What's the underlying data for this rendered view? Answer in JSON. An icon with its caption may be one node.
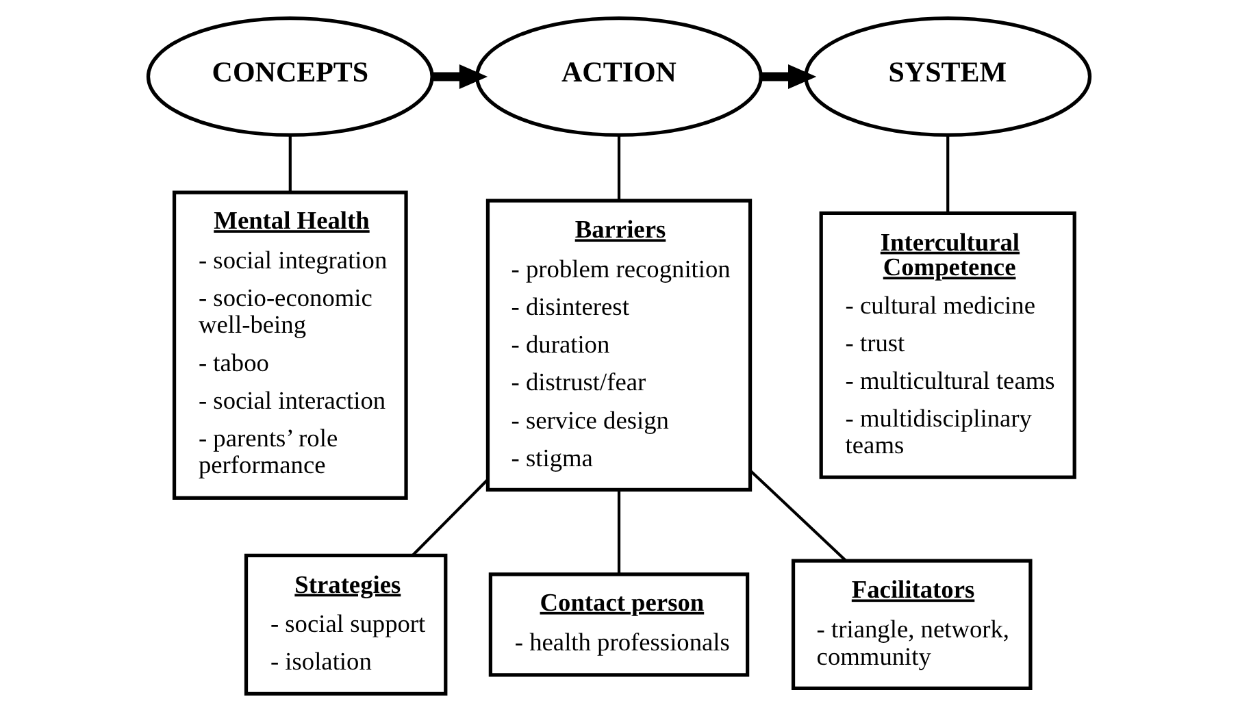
{
  "diagram": {
    "nodes": [
      {
        "text": [
          "CONCEPTS"
        ]
      },
      {
        "text": [
          "ACTION"
        ]
      },
      {
        "text": [
          "SYSTEM"
        ]
      },
      {
        "text": [
          "Mental Health",
          "- social integration",
          "- socio-economic well-being",
          "- taboo",
          "- social interaction",
          "- parents’ role performance"
        ]
      },
      {
        "text": [
          "Barriers",
          "- problem recognition",
          "- disinterest",
          "- duration",
          "- distrust/fear",
          "- service design",
          "- stigma"
        ]
      },
      {
        "text": [
          "Intercultural Competence",
          "- cultural medicine",
          "- trust",
          "- multicultural teams",
          "- multidisciplinary teams"
        ]
      },
      {
        "text": [
          "Strategies",
          "- social support",
          "- isolation"
        ]
      },
      {
        "text": [
          "Contact person",
          "- health professionals"
        ]
      },
      {
        "text": [
          "Facilitators",
          "- triangle, network, community"
        ]
      }
    ],
    "edges": [
      {
        "from": 0,
        "to": 1,
        "arrow": "to",
        "style": "thick"
      },
      {
        "from": 1,
        "to": 2,
        "arrow": "to",
        "style": "thick"
      },
      {
        "from": 0,
        "to": 3,
        "arrow": "none"
      },
      {
        "from": 1,
        "to": 4,
        "arrow": "none"
      },
      {
        "from": 2,
        "to": 5,
        "arrow": "none"
      },
      {
        "from": 4,
        "to": 6,
        "arrow": "none"
      },
      {
        "from": 4,
        "to": 7,
        "arrow": "none"
      },
      {
        "from": 4,
        "to": 8,
        "arrow": "none"
      }
    ]
  }
}
